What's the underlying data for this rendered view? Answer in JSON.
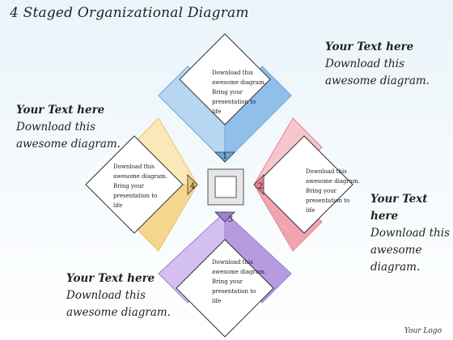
{
  "title": "4 Staged Organizational Diagram",
  "logo": "Your Logo",
  "stages": [
    {
      "number": "1",
      "color": "#9cc8ef",
      "dark": "#6aa6dd",
      "box_text": [
        "Download this",
        "awesome diagram.",
        "Bring your",
        "presentation to",
        "life"
      ]
    },
    {
      "number": "2",
      "color": "#f5b5bd",
      "dark": "#e5848f",
      "box_text": [
        "Download this",
        "awesome diagram.",
        "Bring your",
        "presentation to",
        "life"
      ]
    },
    {
      "number": "3",
      "color": "#c3abe6",
      "dark": "#9a80d2",
      "box_text": [
        "Download this",
        "awesome diagram.",
        "Bring your",
        "presentation to",
        "life"
      ]
    },
    {
      "number": "4",
      "color": "#f8dea0",
      "dark": "#e6c46f",
      "box_text": [
        "Download this",
        "awesome diagram.",
        "Bring your",
        "presentation to",
        "life"
      ]
    }
  ],
  "callouts": {
    "top_right": {
      "head": "Your Text here",
      "line1": "Download this",
      "line2": "awesome diagram."
    },
    "left": {
      "head": "Your Text here",
      "line1": "Download this",
      "line2": "awesome diagram."
    },
    "right": {
      "head": "Your Text here",
      "line1": "Download this",
      "line2": "awesome diagram."
    },
    "bottom_left": {
      "head": "Your Text here",
      "line1": "Download this",
      "line2": "awesome diagram."
    }
  }
}
